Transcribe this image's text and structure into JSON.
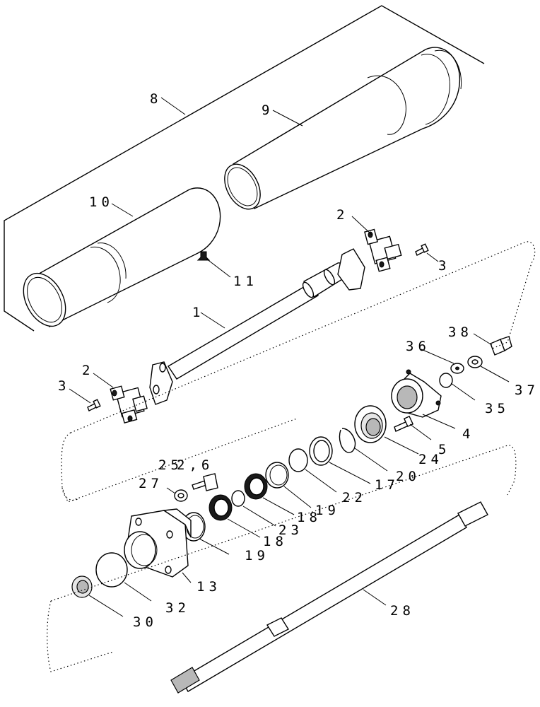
{
  "callouts": {
    "c1": "1",
    "c2a": "2",
    "c2b": "2",
    "c3a": "3",
    "c3b": "3",
    "c4": "4",
    "c5": "5",
    "c8": "8",
    "c9": "9",
    "c10": "10",
    "c11": "11",
    "c13": "13",
    "c17": "17",
    "c18a": "18",
    "c18b": "18",
    "c19a": "19",
    "c19b": "19",
    "c20": "20",
    "c22": "22",
    "c23": "23",
    "c24": "24",
    "c25": "25",
    "c26": "2,6",
    "c27": "27",
    "c28": "28",
    "c30": "30",
    "c32": "32",
    "c35": "35",
    "c36": "36",
    "c37": "37",
    "c38": "38"
  }
}
